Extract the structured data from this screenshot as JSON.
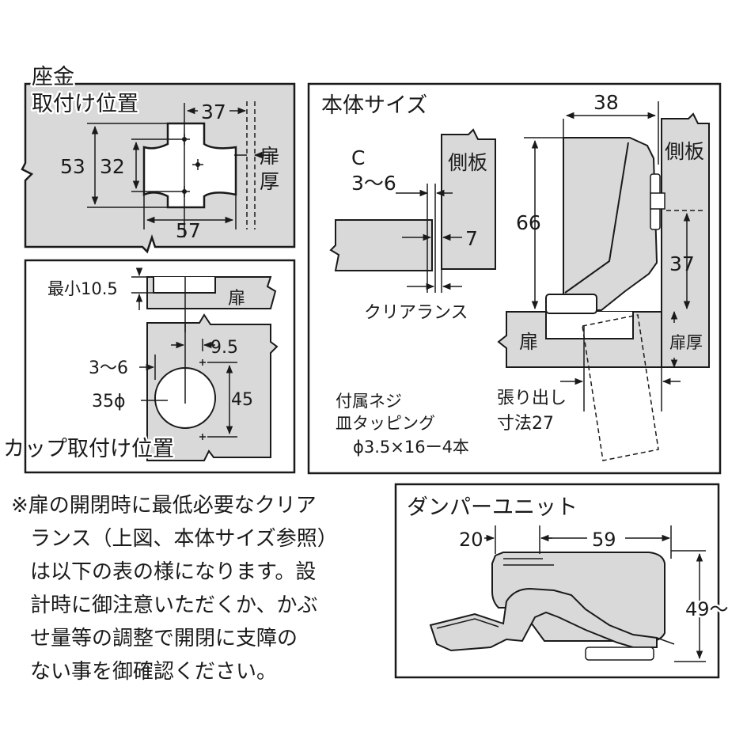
{
  "washer_panel": {
    "title_line1": "座金",
    "title_line2": "取付け位置",
    "dim_37": "37",
    "dim_53": "53",
    "dim_32": "32",
    "dim_57": "57",
    "door_thickness_v1": "扉",
    "door_thickness_v2": "厚"
  },
  "cup_panel": {
    "title": "カップ取付け位置",
    "min_label": "最小10.5",
    "door_label": "扉",
    "dim_9_5": "9.5",
    "dim_3_6": "3～6",
    "dim_35": "35ϕ",
    "dim_45": "45"
  },
  "body_panel": {
    "title": "本体サイズ",
    "c_label": "C",
    "c_range": "3～6",
    "side_plate_left": "側板",
    "dim_7": "7",
    "clearance": "クリアランス",
    "dim_38": "38",
    "side_plate_right": "側板",
    "dim_66": "66",
    "dim_37": "37",
    "door_label": "扉",
    "door_thickness": "扉厚",
    "screw_line1": "付属ネジ",
    "screw_line2": "皿タッピング",
    "screw_line3": "ϕ3.5×16ー4本",
    "overhang_line1": "張り出し",
    "overhang_line2": "寸法27"
  },
  "damper_panel": {
    "title": "ダンパーユニット",
    "dim_20": "20",
    "dim_59": "59",
    "dim_49": "49～"
  },
  "note": {
    "line1": "※扉の開閉時に最低必要なクリア",
    "line2": "ランス（上図、本体サイズ参照）",
    "line3": "は以下の表の様になります。設",
    "line4": "計時に御注意いただくか、かぶ",
    "line5": "せ量等の調整で開閉に支障の",
    "line6": "ない事を御確認ください。"
  }
}
